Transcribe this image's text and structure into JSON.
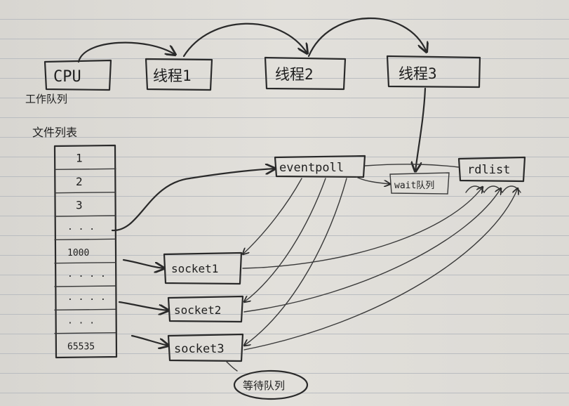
{
  "nodes": {
    "cpu": "CPU",
    "work_queue": "工作队列",
    "thread1": "线程1",
    "thread2": "线程2",
    "thread3": "线程3",
    "file_list_title": "文件列表",
    "eventpoll": "eventpoll",
    "wait_queue": "wait队列",
    "rdlist": "rdlist",
    "socket1": "socket1",
    "socket2": "socket2",
    "socket3": "socket3",
    "wait_queue_bottom": "等待队列"
  },
  "file_list": {
    "rows": [
      "1",
      "2",
      "3",
      "· · ·",
      "1000",
      "· · · ·",
      "· · · ·",
      "· · ·",
      "65535"
    ]
  }
}
